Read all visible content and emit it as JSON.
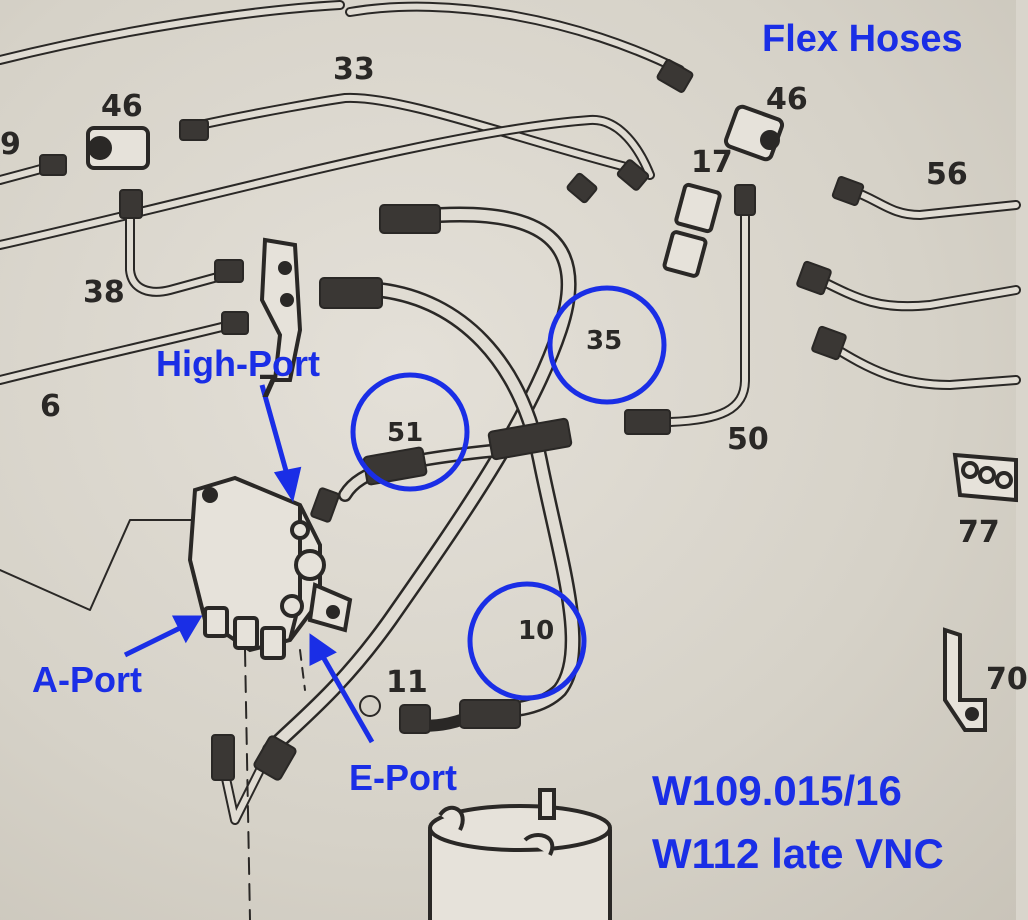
{
  "title": "Flex Hoses",
  "models": [
    "W109.015/16",
    "W112 late VNC"
  ],
  "port_labels": {
    "high": "High-Port",
    "a": "A-Port",
    "e": "E-Port"
  },
  "highlighted_parts": [
    "51",
    "35",
    "10"
  ],
  "part_numbers": {
    "p33": "33",
    "p46_left": "46",
    "p46_right": "46",
    "p17": "17",
    "p56": "56",
    "p38": "38",
    "p6": "6",
    "p7": "7",
    "p50": "50",
    "p77": "77",
    "p70": "70",
    "p11": "11",
    "p9": "9"
  },
  "colors": {
    "annotation": "#1a2ee6",
    "line_art": "#2a2826",
    "paper": "#d9d5cc"
  }
}
